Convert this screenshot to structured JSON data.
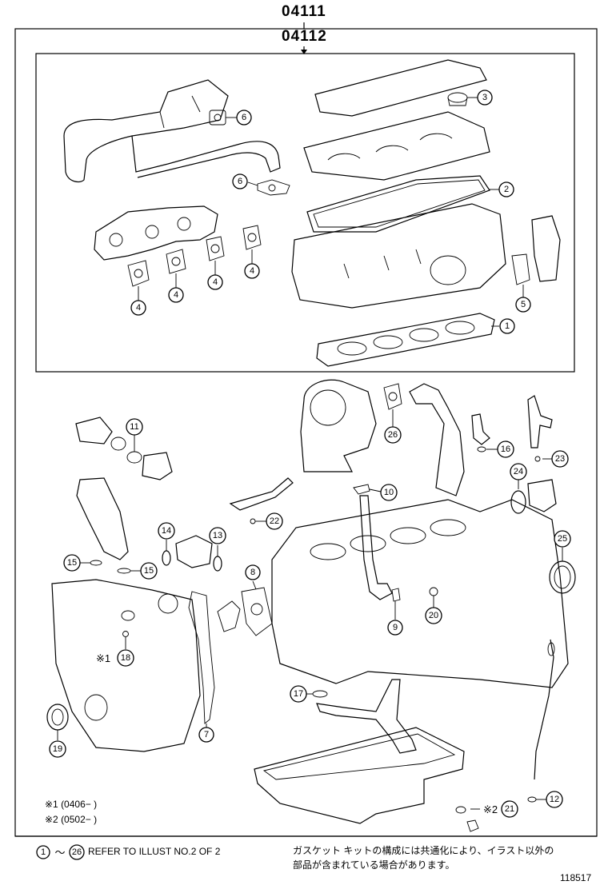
{
  "header": {
    "kit_number_outer": "04111",
    "kit_number_inner": "04112"
  },
  "callouts": {
    "c1": "1",
    "c2": "2",
    "c3": "3",
    "c4a": "4",
    "c4b": "4",
    "c4c": "4",
    "c4d": "4",
    "c5": "5",
    "c6a": "6",
    "c6b": "6",
    "c7": "7",
    "c8": "8",
    "c9": "9",
    "c10": "10",
    "c11": "11",
    "c12": "12",
    "c13": "13",
    "c14": "14",
    "c15a": "15",
    "c15b": "15",
    "c16": "16",
    "c17": "17",
    "c18": "18",
    "c19": "19",
    "c20": "20",
    "c21": "21",
    "c22": "22",
    "c23": "23",
    "c24": "24",
    "c25": "25",
    "c26": "26"
  },
  "marks": {
    "m1": "※1",
    "m2": "※2"
  },
  "notes": {
    "note1": "※1 (0406−        )",
    "note2": "※2 (0502−        )",
    "refer_start": "1",
    "refer_tilde": "〜",
    "refer_end": "26",
    "refer_text": "REFER TO ILLUST NO.2 OF 2",
    "jp_line1": "ガスケット キットの構成には共通化により、イラスト以外の",
    "jp_line2": "部品が含まれている場合があります。",
    "illust_number": "118517"
  }
}
